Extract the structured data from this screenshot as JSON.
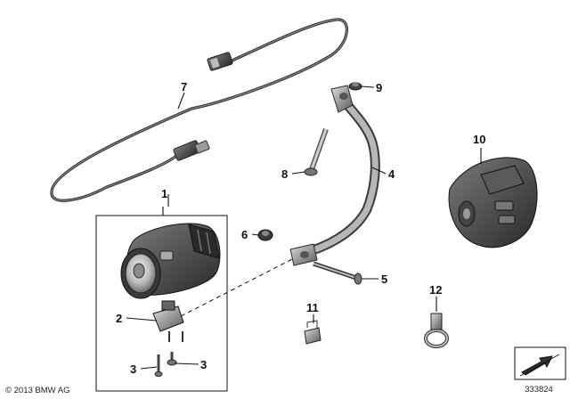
{
  "callouts": {
    "c1": "1",
    "c2": "2",
    "c3a": "3",
    "c3b": "3",
    "c4": "4",
    "c5": "5",
    "c6": "6",
    "c7": "7",
    "c8": "8",
    "c9": "9",
    "c10": "10",
    "c11": "11",
    "c12": "12"
  },
  "footer": {
    "copyright": "© 2013 BMW AG",
    "diagram_number": "333824"
  }
}
